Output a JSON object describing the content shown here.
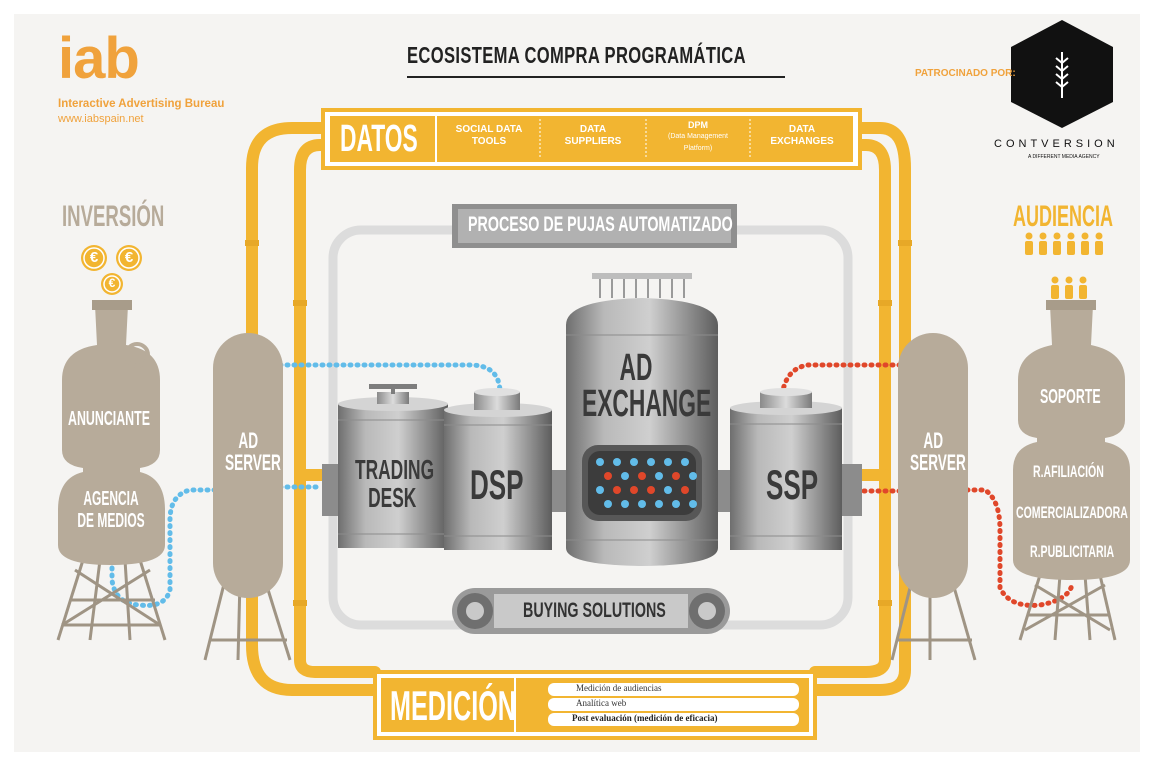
{
  "title": "ECOSISTEMA COMPRA PROGRAMÁTICA",
  "brand": {
    "logo": "iab",
    "name": "Interactive Advertising Bureau",
    "url": "www.iabspain.net"
  },
  "sponsor": {
    "label": "PATROCINADO POR:",
    "name": "CONTVERSION",
    "tagline": "A DIFFERENT MEDIA AGENCY"
  },
  "datos": {
    "label": "DATOS",
    "items": [
      {
        "line1": "SOCIAL DATA",
        "line2": "TOOLS"
      },
      {
        "line1": "DATA",
        "line2": "SUPPLIERS"
      },
      {
        "line1": "DPM",
        "line2": "(Data Management",
        "line3": "Platform)"
      },
      {
        "line1": "DATA",
        "line2": "EXCHANGES"
      }
    ]
  },
  "process_label": "PROCESO DE PUJAS AUTOMATIZADO",
  "buying_solutions": "BUYING SOLUTIONS",
  "inversion": {
    "label": "INVERSIÓN",
    "coin_symbol": "€",
    "tank_top": "ANUNCIANTE",
    "tank_bottom_1": "AGENCIA",
    "tank_bottom_2": "DE MEDIOS"
  },
  "ad_server_left": {
    "line1": "AD",
    "line2": "SERVER"
  },
  "ad_server_right": {
    "line1": "AD",
    "line2": "SERVER"
  },
  "trading_desk": {
    "line1": "TRADING",
    "line2": "DESK"
  },
  "dsp": "DSP",
  "ad_exchange": {
    "line1": "AD",
    "line2": "EXCHANGE"
  },
  "ssp": "SSP",
  "audiencia": {
    "label": "AUDIENCIA",
    "tank_top": "SOPORTE",
    "list": [
      "R.AFILIACIÓN",
      "COMERCIALIZADORA",
      "R.PUBLICITARIA"
    ]
  },
  "medicion": {
    "label": "MEDICIÓN",
    "items": [
      "Medición de audiencias",
      "Analítica web",
      "Post evaluación (medición de eficacia)"
    ]
  },
  "colors": {
    "yellow": "#f2b531",
    "taupe": "#b7ab9a",
    "steel": "#a2a2a2",
    "blue_dots": "#62bce9",
    "red_dots": "#e0472a",
    "iab_orange": "#f0a23c"
  }
}
